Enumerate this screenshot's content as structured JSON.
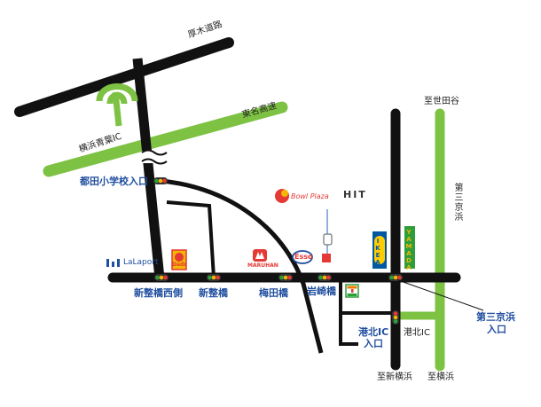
{
  "roads": {
    "atsugi": "厚木道路",
    "tomei": "東名高速",
    "yokohama_aoba_ic": "横浜青葉IC",
    "daisan_keihin": "第三京浜",
    "kohoku_ic": "港北IC"
  },
  "destinations": {
    "to_setagaya": "至世田谷",
    "to_shin_yokohama": "至新横浜",
    "to_yokohama": "至横浜"
  },
  "intersections": {
    "tsuda_school": "都田小学校入口",
    "shinseibashi_nishi": "新整橋西側",
    "shinseibashi": "新整橋",
    "umedabashi": "梅田橋",
    "iwasakibashi": "岩崎橋",
    "kohoku_ic_entrance_1": "港北IC",
    "kohoku_ic_entrance_2": "入口",
    "daisan_keihin_entrance_1": "第三京浜",
    "daisan_keihin_entrance_2": "入口"
  },
  "landmarks": {
    "lalaport": "LaLaport",
    "dadd": "Dadr",
    "maruhan": "MARUHAN",
    "esso": "Esso",
    "bowl_plaza_script": "Bowl Plaza",
    "bowl_plaza_hit": "HIT",
    "ikea": "IKEA",
    "yamada": "YAMADA"
  },
  "colors": {
    "road": "#111111",
    "expressway": "#7dc243",
    "label_blue": "#1f4e9e",
    "signal_red": "#e53935",
    "signal_yellow": "#f2b705",
    "signal_green": "#2e9e3a"
  },
  "icons": {
    "signal": "traffic-light-icon",
    "seven_eleven": "seven-eleven-icon"
  }
}
